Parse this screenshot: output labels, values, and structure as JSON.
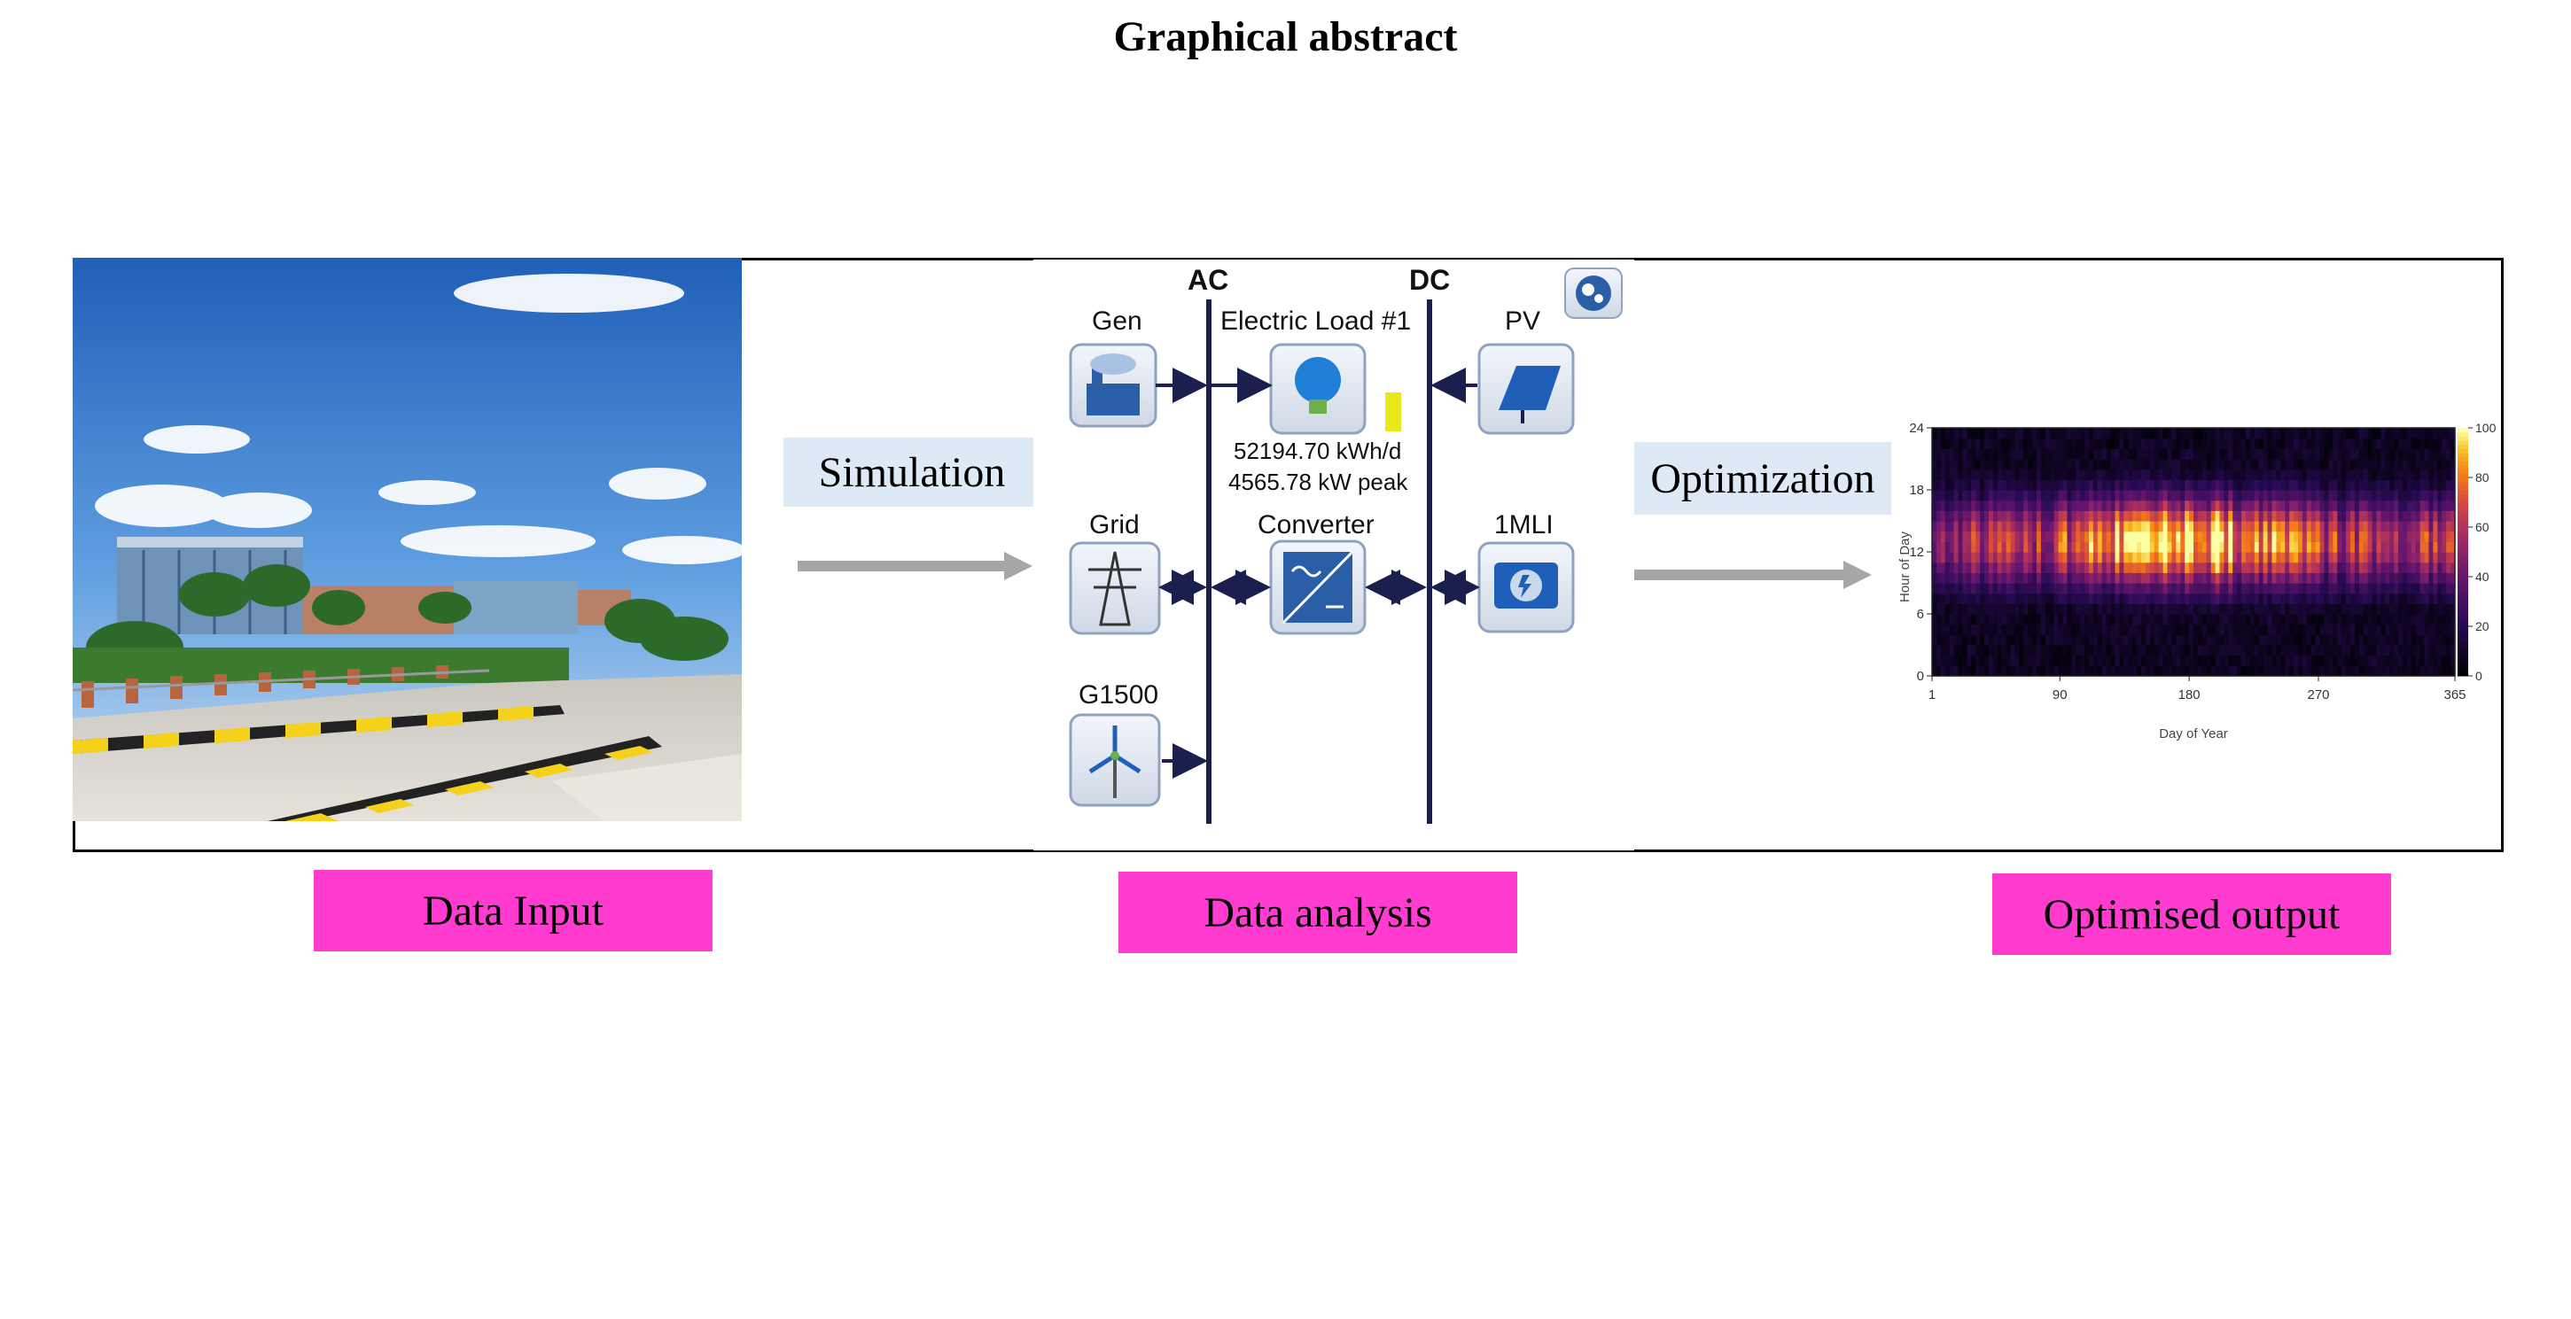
{
  "title": "Graphical abstract",
  "flow": {
    "simulation_label": "Simulation",
    "optimization_label": "Optimization",
    "stage_labels": [
      "Data Input",
      "Data analysis",
      "Optimised output"
    ]
  },
  "schematic": {
    "bus_ac": "AC",
    "bus_dc": "DC",
    "components": {
      "gen": "Gen",
      "grid": "Grid",
      "g1500": "G1500",
      "load": "Electric Load #1",
      "converter": "Converter",
      "pv": "PV",
      "mli": "1MLI"
    },
    "load_energy": "52194.70 kWh/d",
    "load_peak": "4565.78 kW peak"
  },
  "chart_data": {
    "type": "heatmap",
    "xlabel": "Day of Year",
    "ylabel": "Hour of Day",
    "x_ticks": [
      "1",
      "90",
      "180",
      "270",
      "365"
    ],
    "y_ticks": [
      "0",
      "6",
      "12",
      "18",
      "24"
    ],
    "colorbar_ticks": [
      "0",
      "20",
      "40",
      "60",
      "80",
      "100"
    ],
    "xlim": [
      1,
      365
    ],
    "ylim": [
      0,
      24
    ],
    "zlim": [
      0,
      100
    ],
    "description_pattern": "high values between hours 8 and 18, peaking around days 120-230"
  },
  "colors": {
    "pink": "#ff3bd0",
    "label_bg": "#dde9f4",
    "arrow": "#a6a6a6",
    "bus": "#1a1f4d"
  }
}
